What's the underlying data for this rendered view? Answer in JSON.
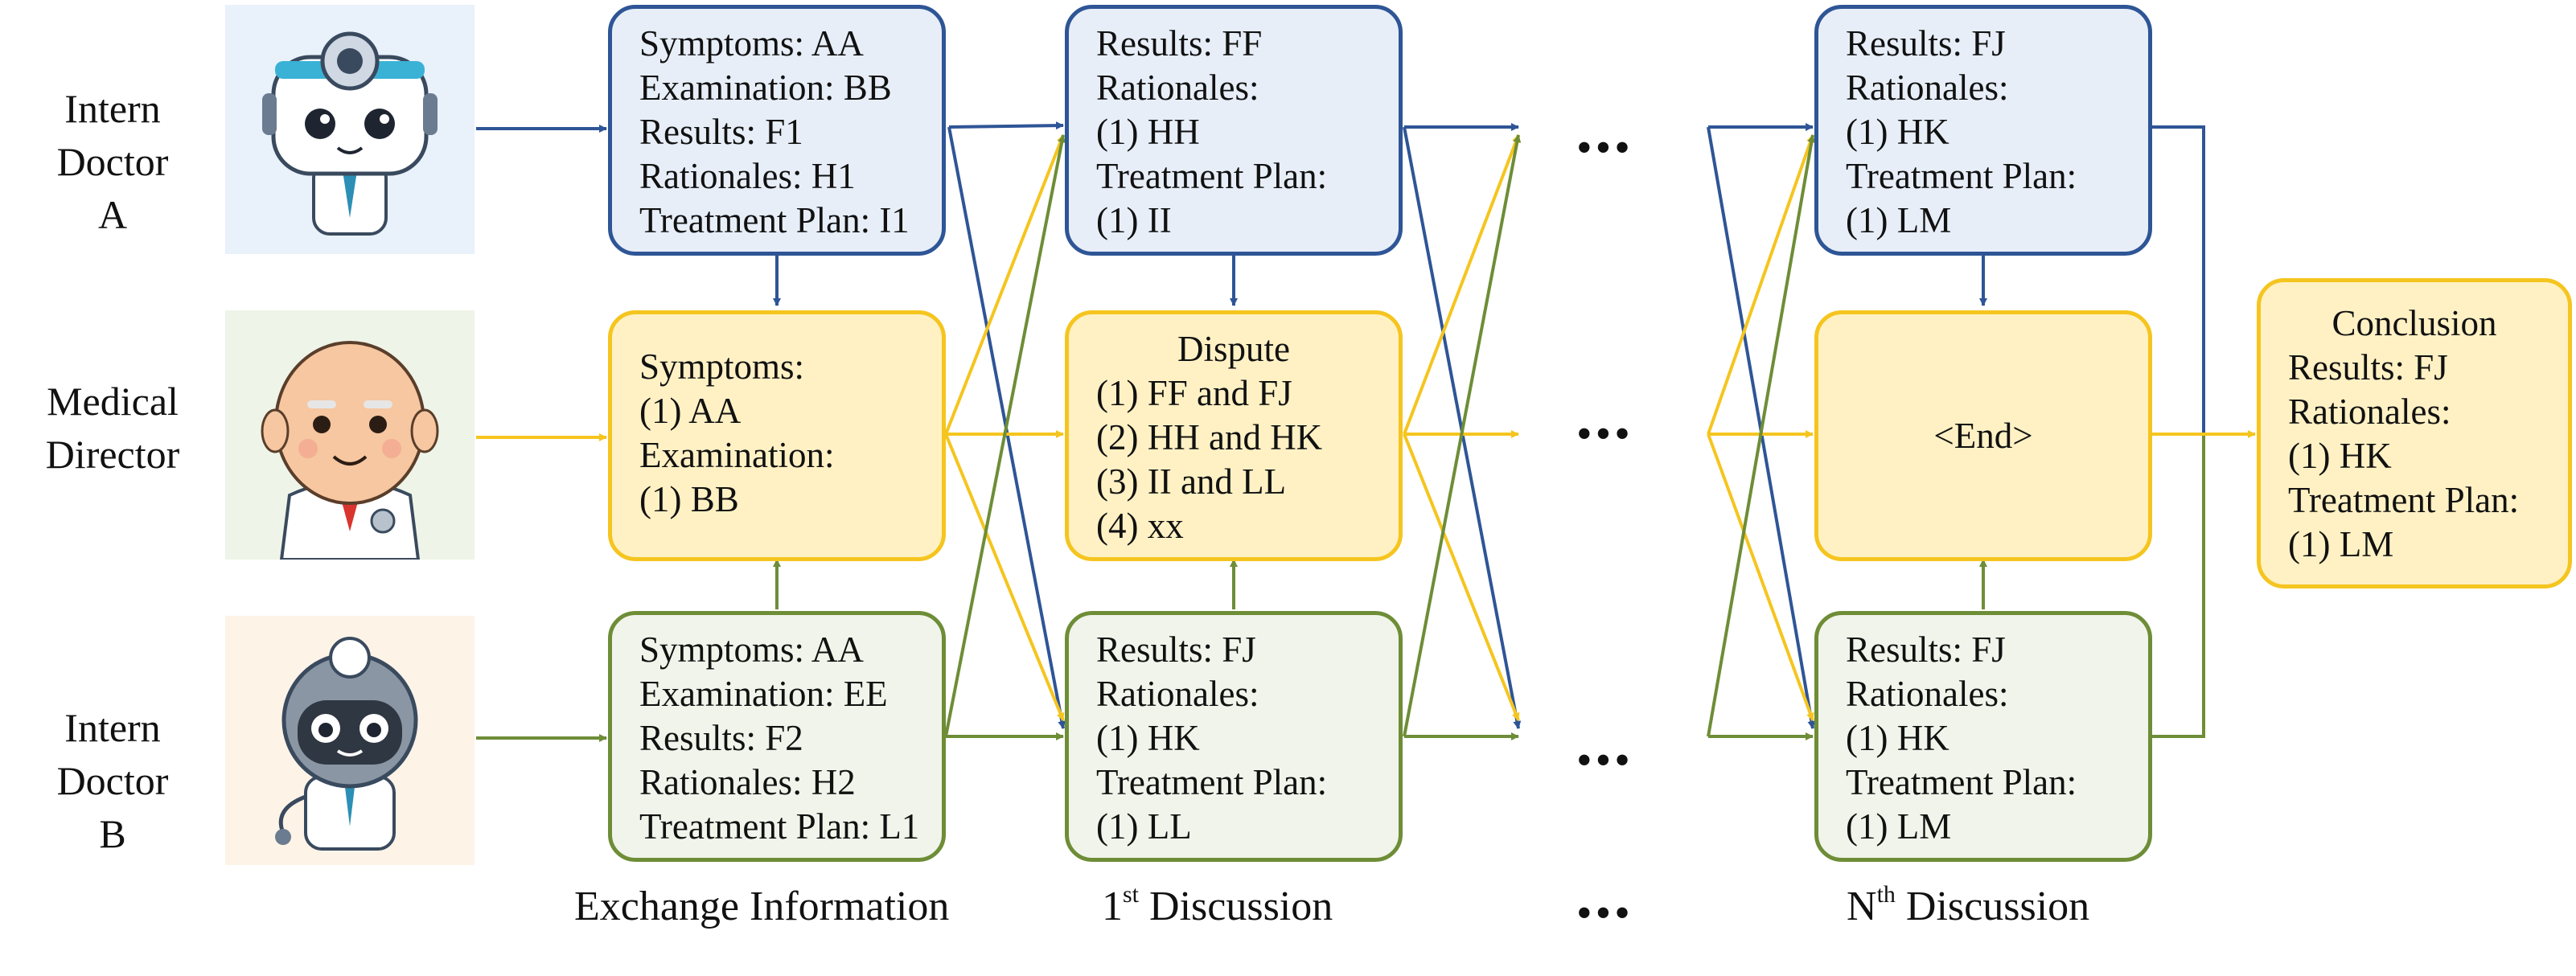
{
  "roles": {
    "intern_a": [
      "Intern",
      "Doctor A"
    ],
    "director": [
      "Medical",
      "Director"
    ],
    "intern_b": [
      "Intern",
      "Doctor B"
    ]
  },
  "exchange": {
    "a": [
      "Symptoms: AA",
      "Examination: BB",
      "Results: F1",
      "Rationales: H1",
      "Treatment Plan: I1"
    ],
    "director": [
      "Symptoms:",
      "(1) AA",
      "Examination:",
      "(1) BB"
    ],
    "b": [
      "Symptoms: AA",
      "Examination: EE",
      "Results: F2",
      "Rationales: H2",
      "Treatment Plan: L1"
    ]
  },
  "first": {
    "a": [
      "Results: FF",
      "Rationales:",
      "(1) HH",
      "Treatment Plan:",
      "(1) II"
    ],
    "director_title": "Dispute",
    "director": [
      "(1) FF and FJ",
      "(2) HH and HK",
      "(3) II and LL",
      "(4) xx"
    ],
    "b": [
      "Results: FJ",
      "Rationales:",
      "(1) HK",
      "Treatment Plan:",
      "(1) LL"
    ]
  },
  "nth": {
    "a": [
      "Results: FJ",
      "Rationales:",
      "(1) HK",
      "Treatment Plan:",
      "(1) LM"
    ],
    "director": "<End>",
    "b": [
      "Results: FJ",
      "Rationales:",
      "(1) HK",
      "Treatment Plan:",
      "(1) LM"
    ]
  },
  "conclusion": {
    "title": "Conclusion",
    "lines": [
      "Results: FJ",
      "Rationales:",
      "(1) HK",
      "Treatment Plan:",
      "(1) LM"
    ]
  },
  "phases": {
    "exchange": "Exchange Information",
    "first_num": "1",
    "first_sup": "st",
    "first_rest": " Discussion",
    "nth_num": "N",
    "nth_sup": "th",
    "nth_rest": " Discussion"
  },
  "ellipsis": "•••",
  "colors": {
    "blue": "#2e5596",
    "yellow": "#f5c51f",
    "green": "#6e8d37"
  },
  "icons": [
    "robot-doctor-head-mirror-icon",
    "bald-medical-director-icon",
    "robot-doctor-stethoscope-icon"
  ]
}
